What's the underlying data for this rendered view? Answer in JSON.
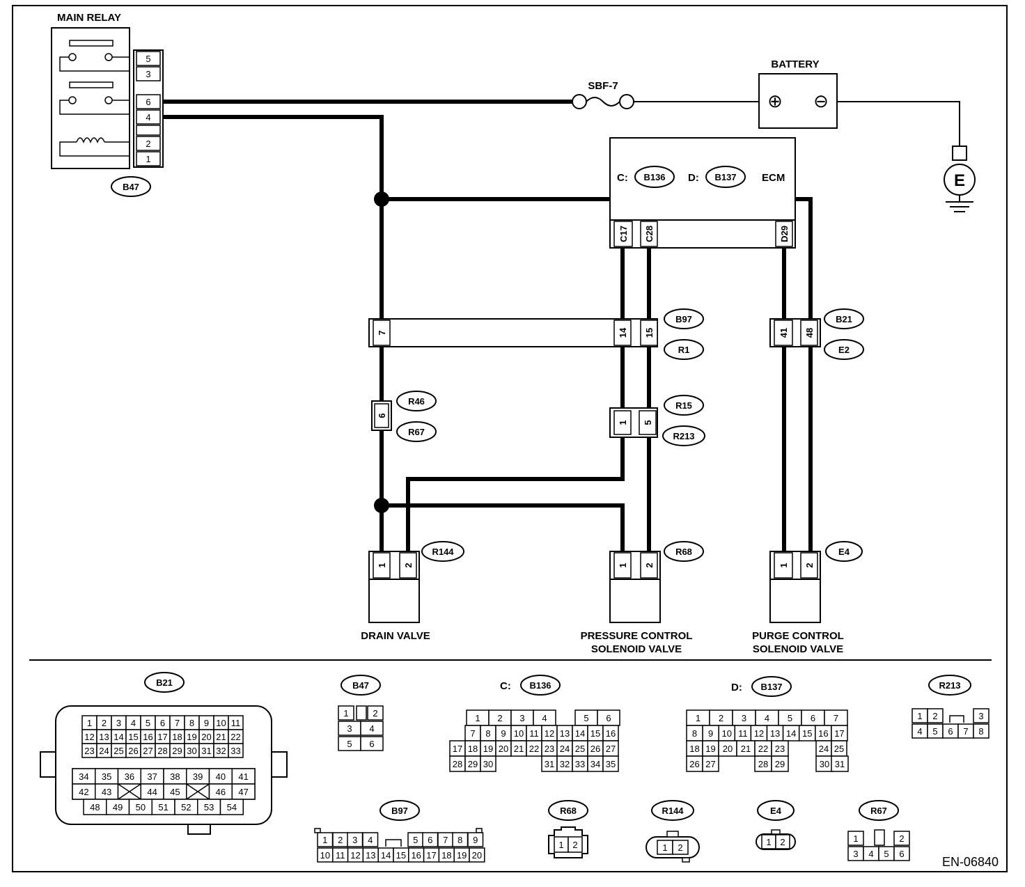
{
  "main_relay": {
    "title": "MAIN RELAY",
    "connector": "B47",
    "pins": [
      "5",
      "3",
      "6",
      "4",
      "",
      "2",
      "1"
    ]
  },
  "fuse": {
    "label": "SBF-7"
  },
  "battery": {
    "label": "BATTERY",
    "plus": "⊕",
    "minus": "⊖"
  },
  "ground": {
    "label": "E"
  },
  "ecm": {
    "label": "ECM",
    "conn_c_prefix": "C:",
    "conn_c": "B136",
    "conn_d_prefix": "D:",
    "conn_d": "B137",
    "pins": [
      "C17",
      "C28",
      "D29"
    ]
  },
  "joint_connectors": {
    "b97_r1": {
      "top": "B97",
      "bottom": "R1",
      "pins": [
        "7",
        "14",
        "15"
      ]
    },
    "b21_e2": {
      "top": "B21",
      "bottom": "E2",
      "pins": [
        "41",
        "48"
      ]
    },
    "r46_r67": {
      "top": "R46",
      "bottom": "R67",
      "pins": [
        "6"
      ]
    },
    "r15_r213": {
      "top": "R15",
      "bottom": "R213",
      "pins": [
        "1",
        "5"
      ]
    }
  },
  "components": [
    {
      "name": "DRAIN VALVE",
      "line2": "",
      "connector": "R144",
      "pins": [
        "1",
        "2"
      ]
    },
    {
      "name": "PRESSURE CONTROL",
      "line2": "SOLENOID VALVE",
      "connector": "R68",
      "pins": [
        "1",
        "2"
      ]
    },
    {
      "name": "PURGE CONTROL",
      "line2": "SOLENOID VALVE",
      "connector": "E4",
      "pins": [
        "1",
        "2"
      ]
    }
  ],
  "connector_views": {
    "B21": {
      "label": "B21",
      "rows": [
        [
          "1",
          "2",
          "3",
          "4",
          "5",
          "6",
          "7",
          "8",
          "9",
          "10",
          "11"
        ],
        [
          "12",
          "13",
          "14",
          "15",
          "16",
          "17",
          "18",
          "19",
          "20",
          "21",
          "22"
        ],
        [
          "23",
          "24",
          "25",
          "26",
          "27",
          "28",
          "29",
          "30",
          "31",
          "32",
          "33"
        ]
      ],
      "rows2": [
        [
          "34",
          "35",
          "36",
          "37",
          "38",
          "39",
          "40",
          "41"
        ],
        [
          "42",
          "43",
          "X",
          "44",
          "45",
          "X",
          "46",
          "47"
        ],
        [
          "48",
          "49",
          "50",
          "51",
          "52",
          "53",
          "54"
        ]
      ]
    },
    "B47": {
      "label": "B47",
      "rows": [
        [
          "1",
          "",
          "2"
        ],
        [
          "3",
          "4"
        ],
        [
          "5",
          "6"
        ]
      ]
    },
    "C_B136": {
      "prefix": "C:",
      "label": "B136",
      "rows": [
        [
          "1",
          "2",
          "3",
          "4",
          "",
          "5",
          "6"
        ],
        [
          "7",
          "8",
          "9",
          "10",
          "11",
          "12",
          "13",
          "14",
          "15",
          "16"
        ],
        [
          "17",
          "18",
          "19",
          "20",
          "21",
          "22",
          "23",
          "24",
          "25",
          "26",
          "27"
        ],
        [
          "28",
          "29",
          "30",
          "31",
          "32",
          "33",
          "34",
          "35"
        ]
      ]
    },
    "D_B137": {
      "prefix": "D:",
      "label": "B137",
      "rows": [
        [
          "1",
          "2",
          "3",
          "4",
          "5",
          "6",
          "7"
        ],
        [
          "8",
          "9",
          "10",
          "11",
          "12",
          "13",
          "14",
          "15",
          "16",
          "17"
        ],
        [
          "18",
          "19",
          "20",
          "21",
          "22",
          "23",
          "24",
          "25"
        ],
        [
          "26",
          "27",
          "28",
          "29",
          "30",
          "31"
        ]
      ]
    },
    "R213": {
      "label": "R213",
      "rows": [
        [
          "1",
          "2",
          "",
          "3"
        ],
        [
          "4",
          "5",
          "6",
          "7",
          "8"
        ]
      ]
    },
    "B97": {
      "label": "B97",
      "rows": [
        [
          "1",
          "2",
          "3",
          "4",
          "",
          "5",
          "6",
          "7",
          "8",
          "9"
        ],
        [
          "10",
          "11",
          "12",
          "13",
          "14",
          "15",
          "16",
          "17",
          "18",
          "19",
          "20"
        ]
      ]
    },
    "R68": {
      "label": "R68",
      "rows": [
        [
          "1",
          "2"
        ]
      ]
    },
    "R144": {
      "label": "R144",
      "rows": [
        [
          "1",
          "2"
        ]
      ]
    },
    "E4": {
      "label": "E4",
      "rows": [
        [
          "1",
          "2"
        ]
      ]
    },
    "R67": {
      "label": "R67",
      "rows": [
        [
          "1",
          "",
          "2"
        ],
        [
          "3",
          "4",
          "5",
          "6"
        ]
      ]
    }
  },
  "doc_code": "EN-06840"
}
